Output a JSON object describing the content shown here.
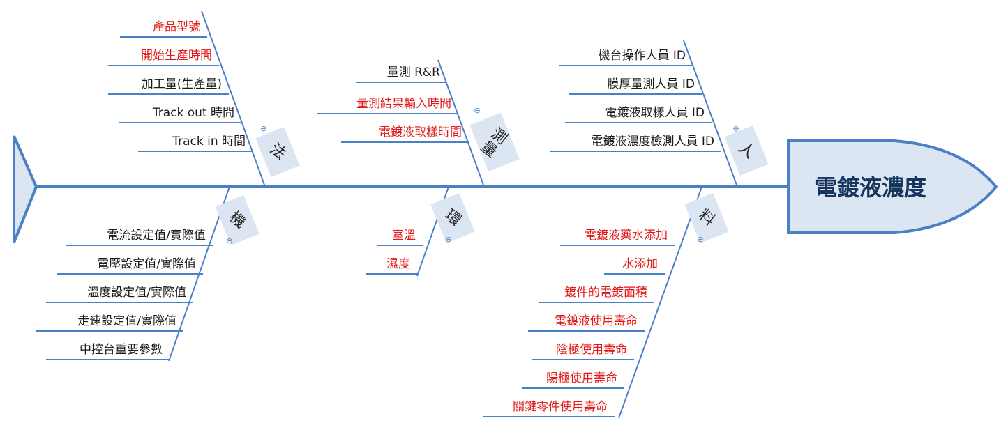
{
  "diagram": {
    "head_title": "電鍍液濃度",
    "colors": {
      "line": "#4a80c4",
      "head_fill": "#dce6f2",
      "label_fill": "#dce6f2",
      "text_black": "#1a1a1a",
      "text_red": "#e31919"
    },
    "top_branches": [
      {
        "category": "法",
        "items": [
          {
            "text": "產品型號",
            "color": "red"
          },
          {
            "text": "開始生產時間",
            "color": "red"
          },
          {
            "text": "加工量(生產量)",
            "color": "black"
          },
          {
            "text": "Track out 時間",
            "color": "black"
          },
          {
            "text": "Track in 時間",
            "color": "black"
          }
        ]
      },
      {
        "category": "測量",
        "items": [
          {
            "text": "量測 R&R",
            "color": "black"
          },
          {
            "text": "量測結果輸入時間",
            "color": "red"
          },
          {
            "text": "電鍍液取樣時間",
            "color": "red"
          }
        ]
      },
      {
        "category": "人",
        "items": [
          {
            "text": "機台操作人員 ID",
            "color": "black"
          },
          {
            "text": "膜厚量測人員 ID",
            "color": "black"
          },
          {
            "text": "電鍍液取樣人員 ID",
            "color": "black"
          },
          {
            "text": "電鍍液濃度檢測人員 ID",
            "color": "black"
          }
        ]
      }
    ],
    "bottom_branches": [
      {
        "category": "機",
        "items": [
          {
            "text": "電流設定值/實際值",
            "color": "black"
          },
          {
            "text": "電壓設定值/實際值",
            "color": "black"
          },
          {
            "text": "溫度設定值/實際值",
            "color": "black"
          },
          {
            "text": "走速設定值/實際值",
            "color": "black"
          },
          {
            "text": "中控台重要參數",
            "color": "black"
          }
        ]
      },
      {
        "category": "環",
        "items": [
          {
            "text": "室溫",
            "color": "red"
          },
          {
            "text": "濕度",
            "color": "red"
          }
        ]
      },
      {
        "category": "料",
        "items": [
          {
            "text": "電鍍液藥水添加",
            "color": "red"
          },
          {
            "text": "水添加",
            "color": "red"
          },
          {
            "text": "鍍件的電鍍面積",
            "color": "red"
          },
          {
            "text": "電鍍液使用壽命",
            "color": "red"
          },
          {
            "text": "陰極使用壽命",
            "color": "red"
          },
          {
            "text": "陽極使用壽命",
            "color": "red"
          },
          {
            "text": "關鍵零件使用壽命",
            "color": "red"
          }
        ]
      }
    ],
    "collapse_glyph": "⊖"
  }
}
